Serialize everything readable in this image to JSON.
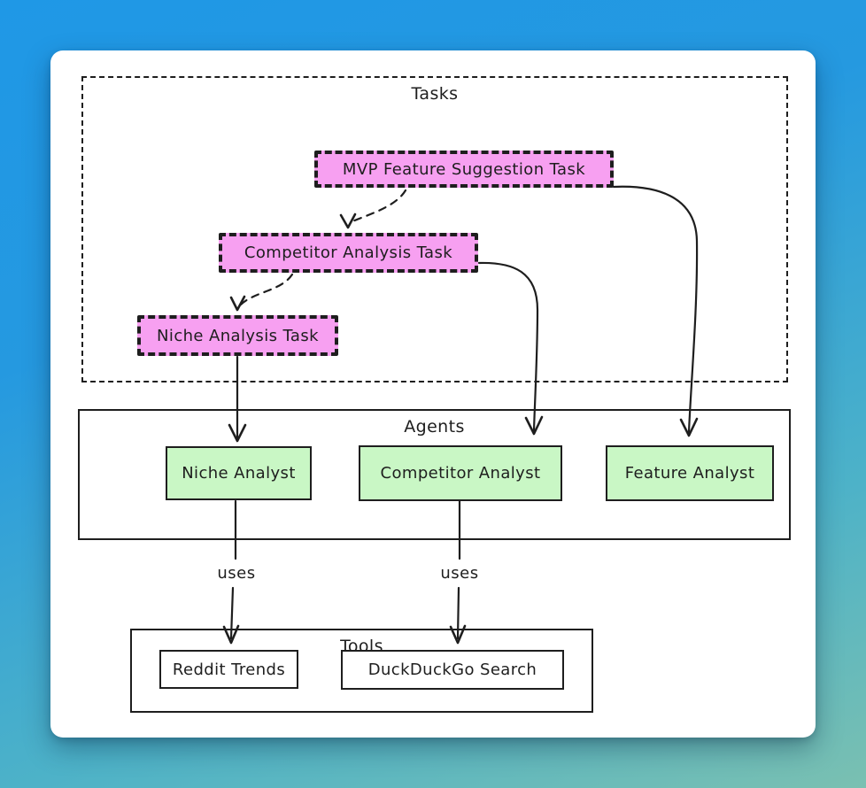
{
  "background": {
    "gradient_top": "#1f98e6",
    "gradient_mid": "#4db2c8",
    "gradient_bottom": "#7ac0b1"
  },
  "diagram": {
    "stroke_color": "#1e1e1e",
    "tasks": {
      "frame_label": "Tasks",
      "node_fill": "#f7a0f1",
      "nodes": [
        {
          "label": "MVP Feature Suggestion Task"
        },
        {
          "label": "Competitor Analysis Task"
        },
        {
          "label": "Niche Analysis Task"
        }
      ]
    },
    "agents": {
      "frame_label": "Agents",
      "node_fill": "#c9f7c5",
      "nodes": [
        {
          "label": "Niche Analyst"
        },
        {
          "label": "Competitor Analyst"
        },
        {
          "label": "Feature Analyst"
        }
      ]
    },
    "tools": {
      "frame_label": "Tools",
      "nodes": [
        {
          "label": "Reddit Trends"
        },
        {
          "label": "DuckDuckGo Search"
        }
      ]
    },
    "edge_labels": [
      {
        "label": "uses"
      },
      {
        "label": "uses"
      }
    ]
  }
}
